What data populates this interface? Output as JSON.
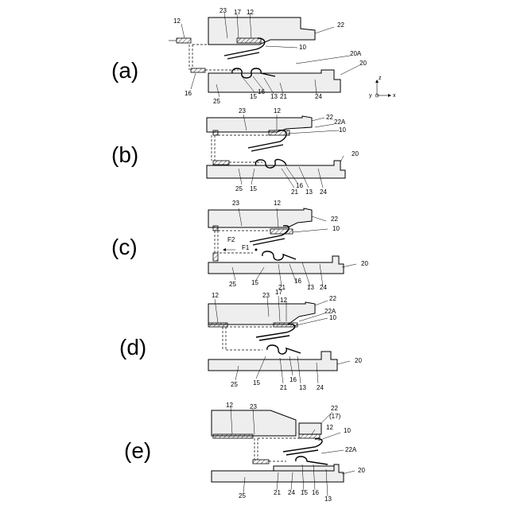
{
  "panels": [
    {
      "label": "(a)",
      "refs": [
        "12",
        "23",
        "17",
        "12",
        "22",
        "10",
        "20A",
        "20",
        "16",
        "25",
        "15",
        "16",
        "13",
        "21",
        "24"
      ]
    },
    {
      "label": "(b)",
      "refs": [
        "23",
        "12",
        "22",
        "22A",
        "10",
        "20",
        "25",
        "15",
        "16",
        "21",
        "13",
        "24"
      ]
    },
    {
      "label": "(c)",
      "refs": [
        "23",
        "12",
        "22",
        "10",
        "F2",
        "F1",
        "20",
        "25",
        "15",
        "21",
        "16",
        "13",
        "24"
      ]
    },
    {
      "label": "(d)",
      "refs": [
        "12",
        "23",
        "17",
        "12",
        "22",
        "22A",
        "10",
        "20",
        "25",
        "15",
        "21",
        "16",
        "13",
        "24"
      ]
    },
    {
      "label": "(e)",
      "refs": [
        "12",
        "23",
        "22",
        "(17)",
        "12",
        "10",
        "22A",
        "20",
        "25",
        "21",
        "24",
        "15",
        "16",
        "13"
      ]
    }
  ],
  "axes": {
    "z": "z",
    "y": "y",
    "x": "x"
  }
}
